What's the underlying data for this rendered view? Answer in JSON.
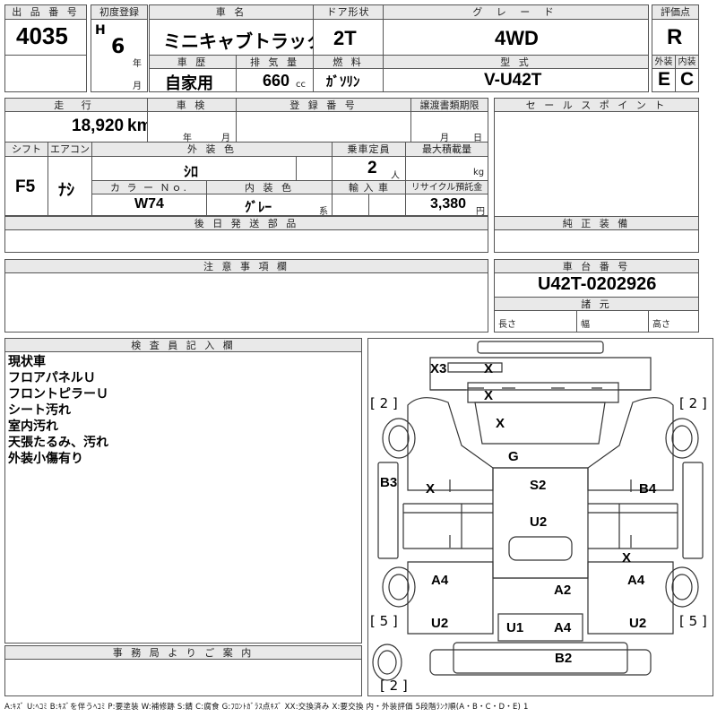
{
  "row1": {
    "stock_no_label": "出 品 番 号",
    "stock_no": "4035",
    "first_reg_label": "初度登録",
    "era": "H",
    "year": "6",
    "year_unit": "年",
    "month_unit": "月",
    "car_name_label": "車 名",
    "car_name": "ミニキャブトラック",
    "door_label": "ドア形状",
    "door": "2T",
    "grade_label": "グ レ ー ド",
    "grade": "4WD",
    "score_label": "評価点",
    "score": "R",
    "history_label": "車 歴",
    "history": "自家用",
    "displacement_label": "排 気 量",
    "displacement": "660",
    "displacement_unit": "cc",
    "fuel_label": "燃 料",
    "fuel": "ｶﾞｿﾘﾝ",
    "model_label": "型 式",
    "model": "V-U42T",
    "exterior_label": "外装",
    "exterior": "E",
    "interior_label": "内装",
    "interior": "C"
  },
  "row2": {
    "mileage_label": "走 行",
    "mileage": "18,920",
    "mileage_unit": "km",
    "inspection_label": "車 検",
    "inspection_year_unit": "年",
    "inspection_month_unit": "月",
    "reg_no_label": "登 録 番 号",
    "transfer_label": "譲渡書類期限",
    "transfer_month_unit": "月",
    "transfer_day_unit": "日",
    "sales_points_label": "セ ー ル ス ポ イ ン ト",
    "shift_label": "シフト",
    "shift": "F5",
    "ac_label": "エアコン",
    "ac": "ﾅｼ",
    "ext_color_label": "外 装 色",
    "ext_color": "ｼﾛ",
    "capacity_label": "乗車定員",
    "capacity": "2",
    "capacity_unit": "人",
    "max_load_label": "最大積載量",
    "max_load_unit": "kg",
    "color_no_label": "カ ラ ー Ｎｏ.",
    "color_no": "W74",
    "int_color_label": "内 装 色",
    "int_color": "ｸﾞﾚｰ",
    "int_color_unit": "系",
    "import_label": "輸 入 車",
    "recycle_label": "リサイクル預託金",
    "recycle": "3,380",
    "recycle_unit": "円",
    "later_parts_label": "後 日 発 送 部 品",
    "genuine_label": "純 正 装 備"
  },
  "row3": {
    "notes_label": "注 意 事 項 欄",
    "chassis_label": "車 台 番 号",
    "chassis_no": "U42T-0202926",
    "specs_label": "諸 元",
    "length_label": "長さ",
    "width_label": "幅",
    "height_label": "高さ"
  },
  "inspector": {
    "label": "検 査 員 記 入 欄",
    "notes": [
      "現状車",
      "フロアパネルＵ",
      "フロントピラーＵ",
      "シート汚れ",
      "室内汚れ",
      "天張たるみ、汚れ",
      "外装小傷有り"
    ]
  },
  "office": {
    "label": "事 務 局 よ り ご 案 内"
  },
  "diagram": {
    "marks": {
      "x3": "X3",
      "x_top1": "X",
      "x_top2": "X",
      "x_mid": "X",
      "g": "G",
      "b3": "B3",
      "x_left": "X",
      "s2": "S2",
      "b4": "B4",
      "u2_center": "U2",
      "x_right": "X",
      "a4_left": "A4",
      "a2": "A2",
      "a4_right": "A4",
      "u2_left": "U2",
      "u1": "U1",
      "a4_bottom": "A4",
      "u2_right": "U2",
      "b2": "B2"
    },
    "brackets": {
      "fl": "[ 2 ]",
      "fr": "[ 2 ]",
      "rl": "[ 5 ]",
      "rr": "[ 5 ]",
      "spare": "[ 2 ]"
    }
  },
  "legend": "A:ｷｽﾞ U:ﾍｺﾐ B:ｷｽﾞを伴うﾍｺﾐ P:要塗装 W:補修跡 S:錆 C:腐食 G:ﾌﾛﾝﾄｶﾞﾗｽ点ｷｽﾞ XX:交換済み X:要交換 内・外装評価 5段階ﾗﾝｸ順(A・B・C・D・E) 1"
}
